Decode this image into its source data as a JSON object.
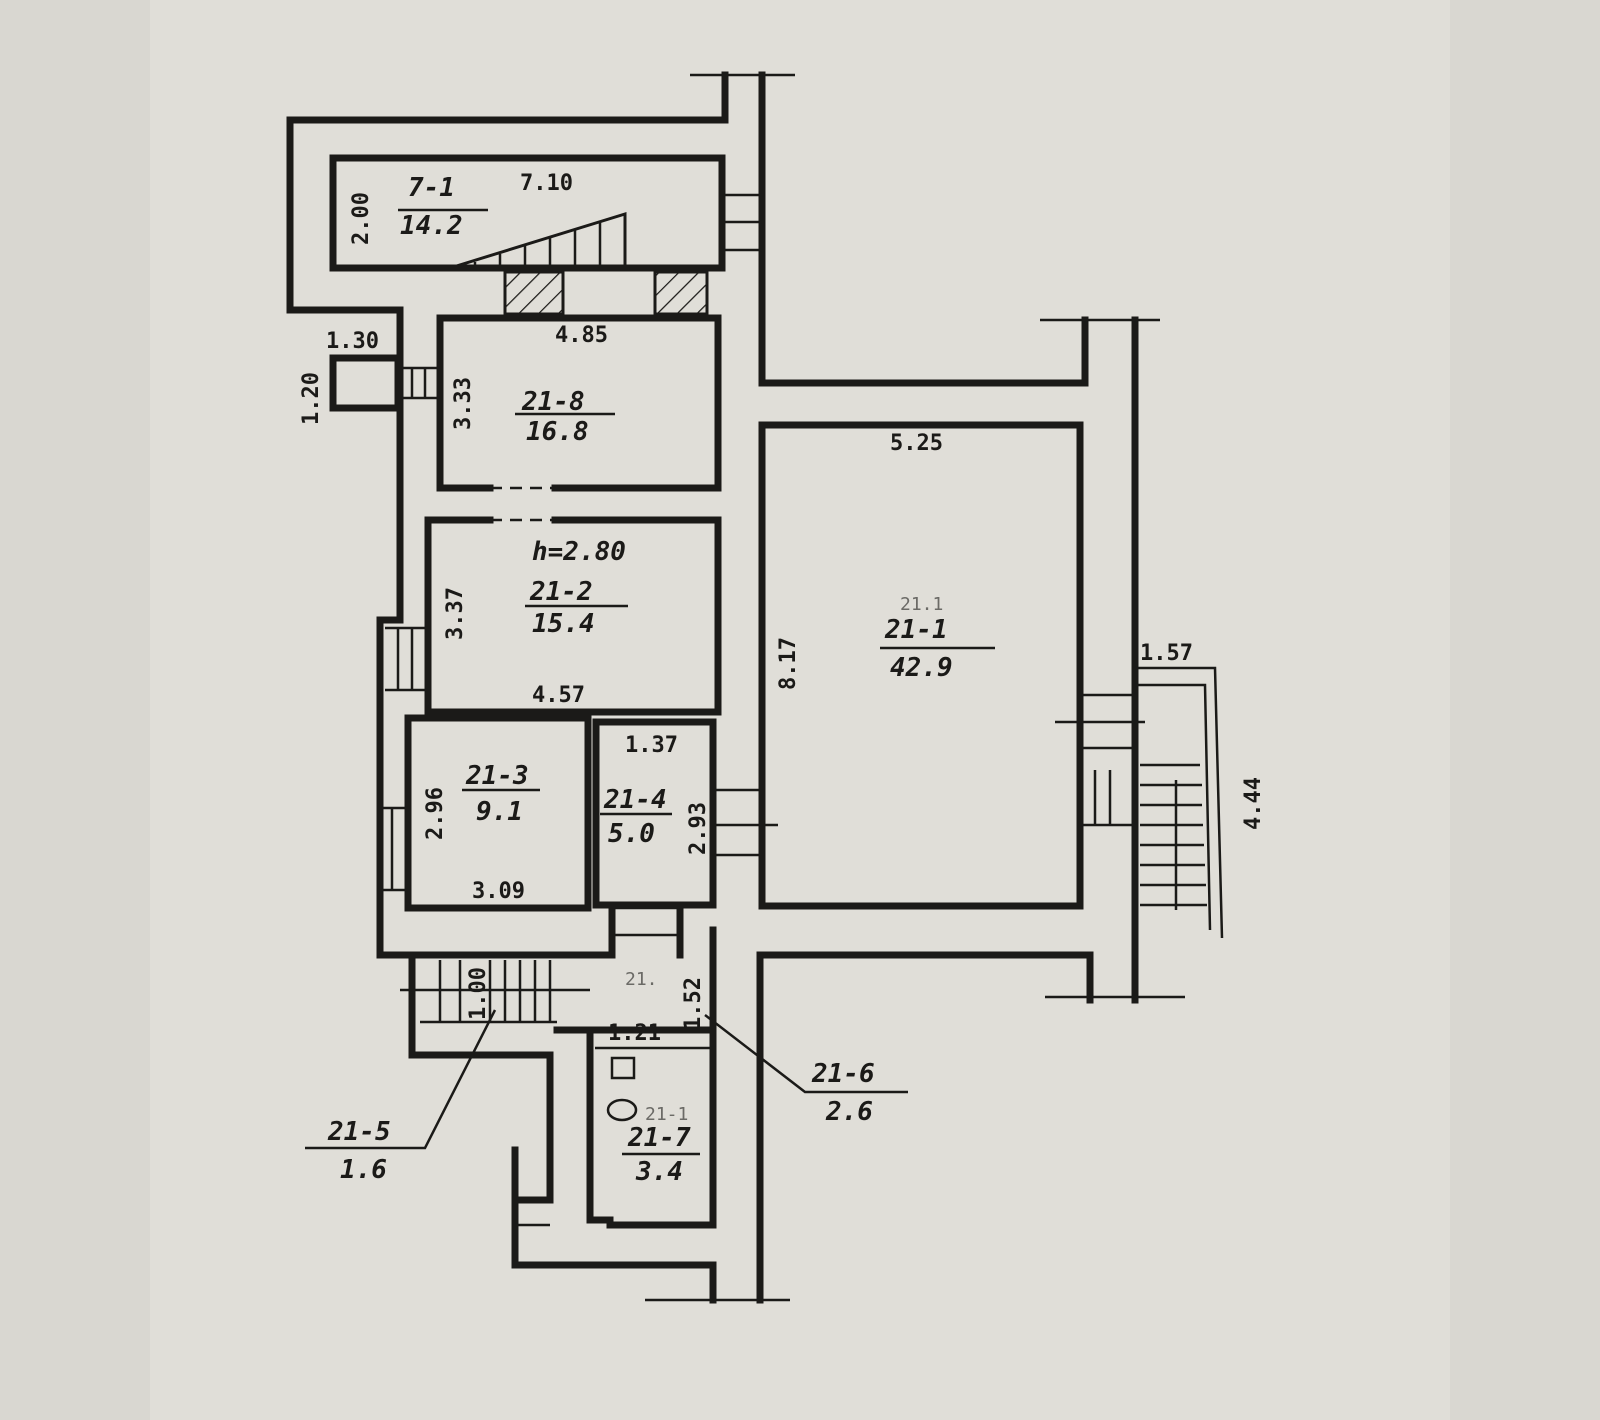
{
  "rooms": [
    {
      "id": "7-1",
      "area": "14.2",
      "width": "7.10",
      "depth": "2.00"
    },
    {
      "id": "21-8",
      "area": "16.8",
      "width": "4.85",
      "depth": "3.33"
    },
    {
      "id": "21-2",
      "area": "15.4",
      "width": "4.57",
      "depth": "3.37",
      "height": "h=2.80"
    },
    {
      "id": "21-3",
      "area": "9.1",
      "width": "3.09",
      "depth": "2.96"
    },
    {
      "id": "21-4",
      "area": "5.0",
      "width": "1.37",
      "depth": "2.93"
    },
    {
      "id": "21-1",
      "area": "42.9",
      "width": "5.25",
      "depth": "8.17"
    },
    {
      "id": "21-5",
      "area": "1.6",
      "width": "1.00"
    },
    {
      "id": "21-6",
      "area": "2.6",
      "width": "1.21",
      "depth": "1.52"
    },
    {
      "id": "21-7",
      "area": "3.4"
    }
  ],
  "porch": {
    "width": "1.30",
    "depth": "1.20"
  },
  "stair_right": {
    "width": "1.57",
    "length": "4.44"
  },
  "faint_marks": {
    "room_21_1": "21.1",
    "room_21_6": "21.",
    "room_21_7": "21-1"
  }
}
